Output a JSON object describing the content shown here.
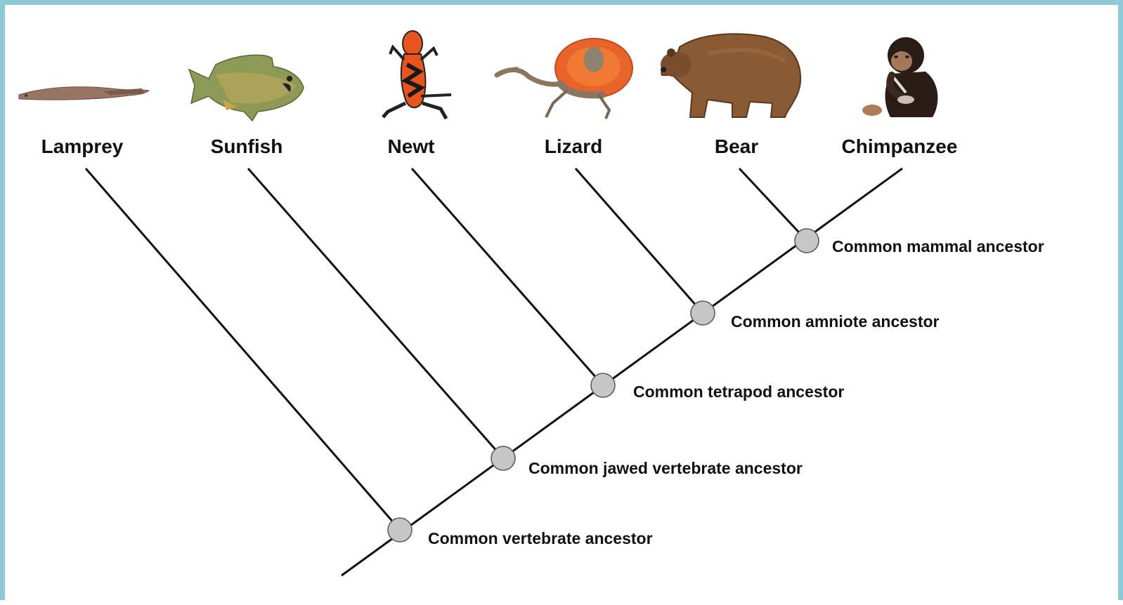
{
  "taxa": [
    {
      "label": "Lamprey",
      "icon": "lamprey-icon"
    },
    {
      "label": "Sunfish",
      "icon": "sunfish-icon"
    },
    {
      "label": "Newt",
      "icon": "newt-icon"
    },
    {
      "label": "Lizard",
      "icon": "lizard-icon"
    },
    {
      "label": "Bear",
      "icon": "bear-icon"
    },
    {
      "label": "Chimpanzee",
      "icon": "chimpanzee-icon"
    }
  ],
  "nodes": [
    {
      "label": "Common vertebrate ancestor"
    },
    {
      "label": "Common jawed vertebrate ancestor"
    },
    {
      "label": "Common tetrapod ancestor"
    },
    {
      "label": "Common amniote ancestor"
    },
    {
      "label": "Common mammal ancestor"
    }
  ],
  "colors": {
    "border": "#8fc9d8",
    "line": "#111111",
    "node_fill": "#c6c6c6",
    "node_stroke": "#555555"
  }
}
